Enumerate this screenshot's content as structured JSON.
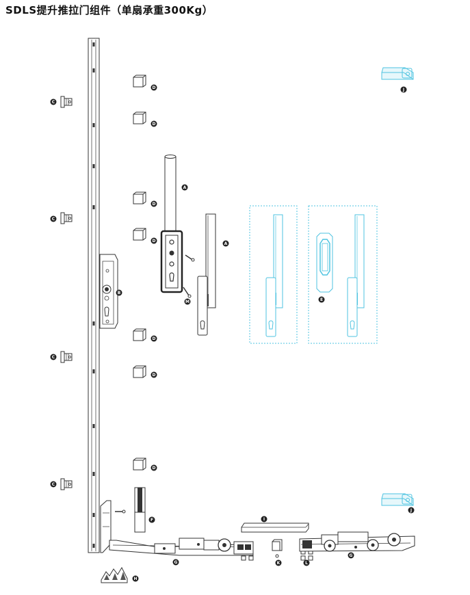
{
  "title": "SDLS提升推拉门组件（单扇承重300Kg）",
  "labels": {
    "A": "A",
    "B": "B",
    "C": "C",
    "D": "D",
    "E": "E",
    "F": "F",
    "G1": "G",
    "G2": "G",
    "H": "H",
    "I": "I",
    "J": "J",
    "K": "K",
    "L": "L",
    "M": "M"
  },
  "colors": {
    "line": "#333333",
    "accent": "#4ec3e0"
  }
}
